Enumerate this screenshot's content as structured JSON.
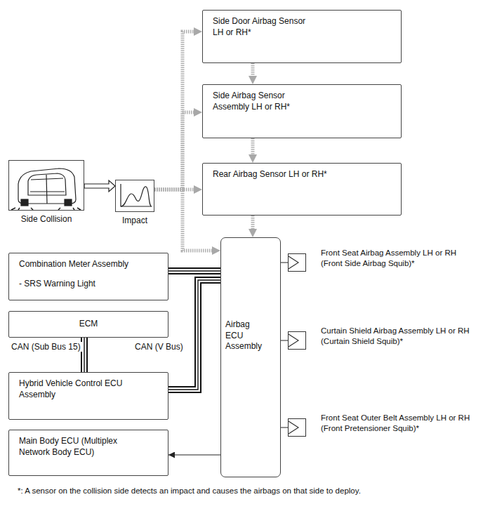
{
  "diagram": {
    "nodes": [
      {
        "text": [
          "Side Door Airbag Sensor LH or RH*"
        ]
      },
      {
        "text": [
          "Side Airbag Sensor Assembly LH or RH*"
        ]
      },
      {
        "text": [
          "Side Collision"
        ]
      },
      {
        "text": [
          "Impact"
        ]
      },
      {
        "text": [
          "Rear Airbag Sensor LH or RH*"
        ]
      },
      {
        "text": [
          "Combination Meter Assembly",
          "- SRS Warning Light"
        ]
      },
      {
        "text": [
          "Airbag ECU Assembly"
        ]
      },
      {
        "text": [
          "Front Seat Airbag Assembly LH or RH (Front Side Airbag Squib)*"
        ]
      },
      {
        "text": [
          "ECM"
        ]
      },
      {
        "text": [
          "Curtain Shield Airbag Assembly LH or RH (Curtain Shield Squib)*"
        ]
      },
      {
        "text": [
          "Hybrid Vehicle Control ECU Assembly"
        ]
      },
      {
        "text": [
          "Main Body ECU (Multiplex Network Body ECU)"
        ]
      },
      {
        "text": [
          "Front Seat Outer Belt Assembly LH or RH (Front Pretensioner Squib)*"
        ]
      }
    ],
    "edges": [
      {
        "from": 2,
        "to": 3,
        "arrow": "to"
      },
      {
        "from": 3,
        "to": 0,
        "arrow": "to"
      },
      {
        "from": 3,
        "to": 1,
        "arrow": "to"
      },
      {
        "from": 3,
        "to": 4,
        "arrow": "to"
      },
      {
        "from": 3,
        "to": 6,
        "arrow": "to"
      },
      {
        "from": 0,
        "to": 1,
        "arrow": "to"
      },
      {
        "from": 1,
        "to": 4,
        "arrow": "to"
      },
      {
        "from": 4,
        "to": 6,
        "arrow": "to"
      },
      {
        "from": 5,
        "to": 6,
        "arrow": "none"
      },
      {
        "from": 8,
        "to": 10,
        "arrow": "none",
        "label": "CAN (Sub Bus 15)"
      },
      {
        "from": 10,
        "to": 6,
        "arrow": "none",
        "label": "CAN (V Bus)"
      },
      {
        "from": 6,
        "to": 11,
        "arrow": "to"
      },
      {
        "from": 6,
        "to": 7,
        "arrow": "none"
      },
      {
        "from": 6,
        "to": 9,
        "arrow": "none"
      },
      {
        "from": 6,
        "to": 12,
        "arrow": "none"
      }
    ],
    "labels": [
      "*: A sensor on the collision side detects an impact and causes the airbags on that side to deploy."
    ]
  }
}
